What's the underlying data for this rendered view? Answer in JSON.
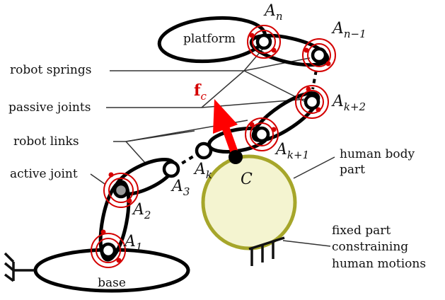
{
  "bodies": {
    "platform": "platform",
    "base": "base"
  },
  "callouts": {
    "robot_springs": "robot springs",
    "passive_joints": "passive joints",
    "robot_links": "robot links",
    "active_joint": "active joint",
    "human_body_part_line1": "human body",
    "human_body_part_line2": "part",
    "fixed_part_line1": "fixed part",
    "fixed_part_line2": "constraining",
    "fixed_part_line3": "human motions"
  },
  "joints": {
    "A1": {
      "letter": "A",
      "sub": "1"
    },
    "A2": {
      "letter": "A",
      "sub": "2"
    },
    "A3": {
      "letter": "A",
      "sub": "3"
    },
    "Ak": {
      "letter": "A",
      "sub": "k"
    },
    "Ak1": {
      "letter": "A",
      "sub": "k+1"
    },
    "Ak2": {
      "letter": "A",
      "sub": "k+2"
    },
    "An1": {
      "letter": "A",
      "sub": "n−1"
    },
    "An": {
      "letter": "A",
      "sub": "n"
    }
  },
  "contact_point": "C",
  "force": {
    "letter": "f",
    "sub": "c"
  },
  "colors": {
    "link": "#000000",
    "spring": "#d40000",
    "force": "#ff0000",
    "human": "#f4f4d0",
    "human_outline": "#a6a62a",
    "active_joint_fill": "#9a9a9a",
    "callout_line": "#333333"
  }
}
